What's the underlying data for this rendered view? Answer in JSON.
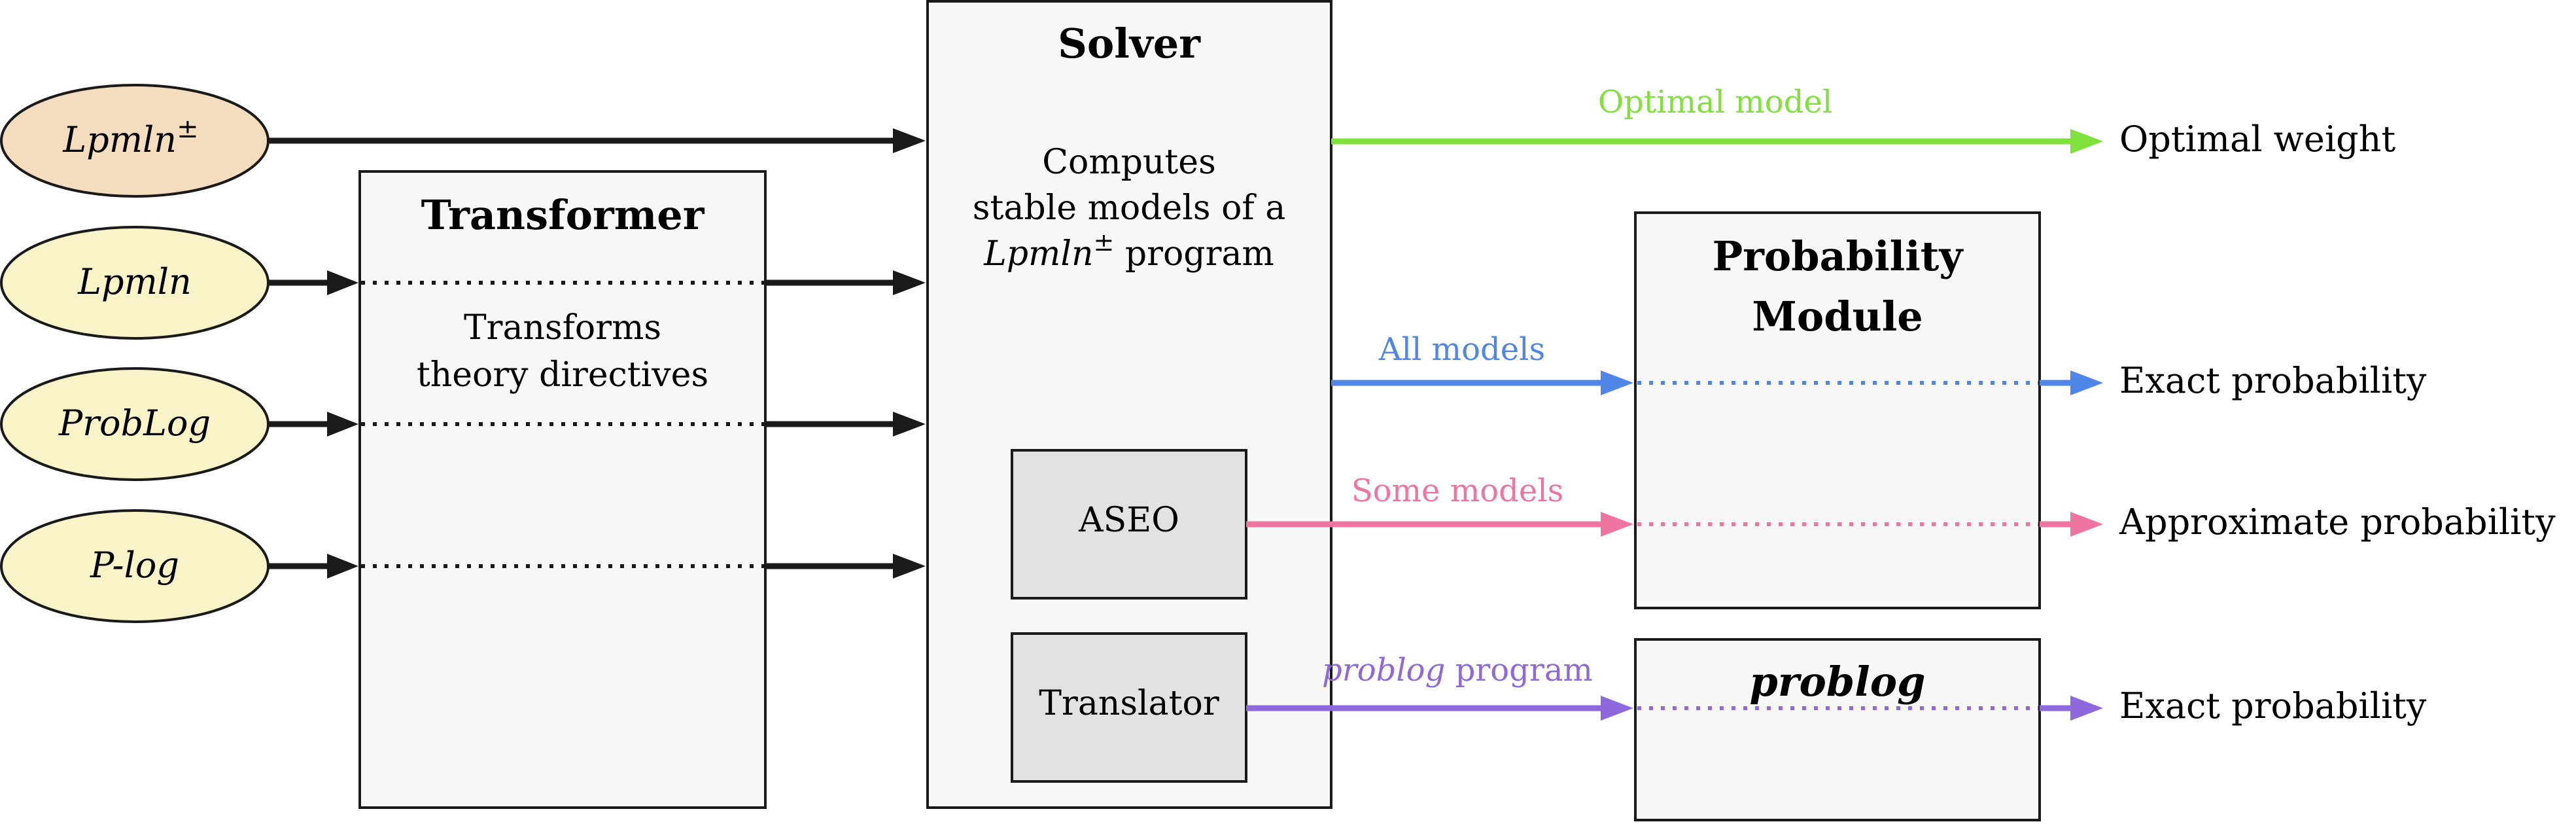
{
  "colors": {
    "input_default_fill": "#f8f4c8",
    "input_highlight_fill": "#f4dcbe",
    "box_fill": "#f7f7f6",
    "inner_box_fill": "#e1e2e1",
    "stroke": "#1a1a1a",
    "green": "#80e03c",
    "blue": "#4f86e8",
    "pink": "#ee75a0",
    "purple": "#8e68dc"
  },
  "inputs": [
    {
      "label": "Lpmln",
      "sup": "±"
    },
    {
      "label": "Lpmln",
      "sup": ""
    },
    {
      "label": "ProbLog",
      "sup": ""
    },
    {
      "label": "P-log",
      "sup": ""
    }
  ],
  "transformer": {
    "title": "Transformer",
    "desc_line1": "Transforms",
    "desc_line2": "theory directives"
  },
  "solver": {
    "title": "Solver",
    "desc_line1": "Computes",
    "desc_line2": "stable models of a",
    "desc_line3_italic": "Lpmln",
    "desc_line3_sup": "±",
    "desc_line3_rest": " program",
    "aseo": "ASEO",
    "translator": "Translator"
  },
  "probability_module": {
    "title_line1": "Probability",
    "title_line2": "Module"
  },
  "problog_box": {
    "title": "problog"
  },
  "arrows": {
    "optimal_model": "Optimal model",
    "all_models": "All models",
    "some_models": "Some models",
    "problog_program_italic": "problog",
    "problog_program_rest": " program"
  },
  "outputs": {
    "optimal_weight": "Optimal weight",
    "exact_probability_1": "Exact probability",
    "approximate_probability": "Approximate probability",
    "exact_probability_2": "Exact probability"
  }
}
